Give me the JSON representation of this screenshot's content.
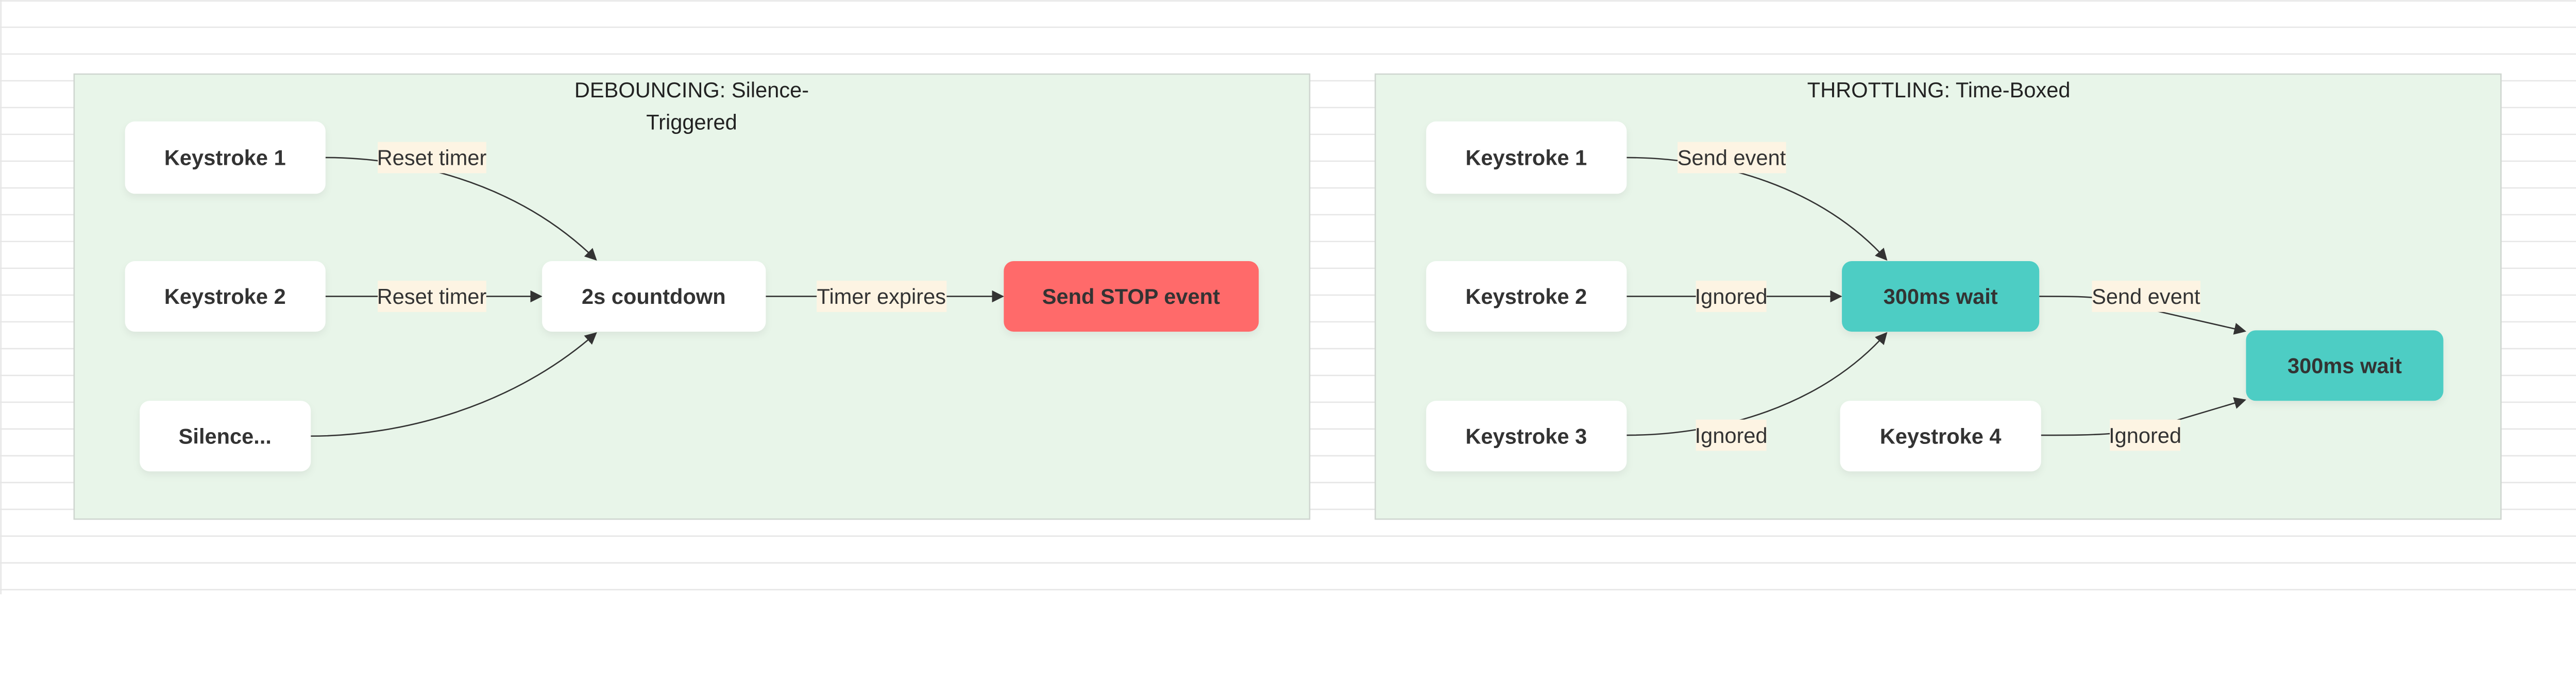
{
  "colors": {
    "cluster_fill": "#e8f5e9",
    "cluster_border": "#cfd6d0",
    "node_fill": "#ffffff",
    "node_teal": "#4ecdc4",
    "node_red": "#ff6b6b",
    "edge_label_bg": "#fdf4e3",
    "text": "#333333"
  },
  "debouncing": {
    "title_line1": "DEBOUNCING: Silence-",
    "title_line2": "Triggered",
    "nodes": {
      "k1": "Keystroke 1",
      "k2": "Keystroke 2",
      "silence": "Silence...",
      "countdown": "2s countdown",
      "send_stop": "Send STOP event"
    },
    "edges": {
      "k1_label": "Reset timer",
      "k2_label": "Reset timer",
      "countdown_label": "Timer expires"
    }
  },
  "throttling": {
    "title": "THROTTLING: Time-Boxed",
    "nodes": {
      "k1": "Keystroke 1",
      "k2": "Keystroke 2",
      "k3": "Keystroke 3",
      "k4": "Keystroke 4",
      "wait1": "300ms wait",
      "wait2": "300ms wait"
    },
    "edges": {
      "k1_label": "Send event",
      "k2_label": "Ignored",
      "k3_label": "Ignored",
      "wait1_label": "Send event",
      "k4_label": "Ignored"
    }
  }
}
